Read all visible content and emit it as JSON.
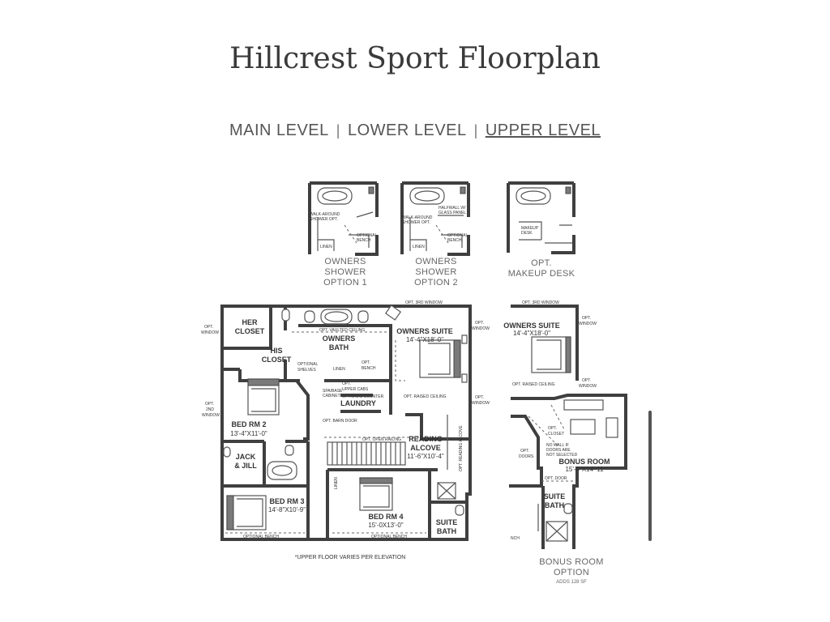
{
  "page": {
    "title": "Hillcrest Sport Floorplan"
  },
  "nav": {
    "items": [
      {
        "label": "MAIN LEVEL",
        "active": false
      },
      {
        "label": "LOWER LEVEL",
        "active": false
      },
      {
        "label": "UPPER LEVEL",
        "active": true
      }
    ],
    "separator": "|"
  },
  "options": {
    "shower1": {
      "caption": [
        "OWNERS",
        "SHOWER",
        "OPTION 1"
      ],
      "notes": [
        "WALK-AROUND",
        "SHOWER OPT.",
        "OPTIONAL",
        "BENCH",
        "LINEN"
      ]
    },
    "shower2": {
      "caption": [
        "OWNERS",
        "SHOWER",
        "OPTION 2"
      ],
      "notes": [
        "HALFWALL W/",
        "GLASS PANEL",
        "WALK-AROUND",
        "SHOWER OPT.",
        "OPTIONAL",
        "BENCH",
        "LINEN"
      ]
    },
    "makeup": {
      "caption": [
        "OPT.",
        "MAKEUP DESK"
      ],
      "notes": [
        "MAKEUP",
        "DESK"
      ]
    }
  },
  "main_plan": {
    "rooms": {
      "her_closet": [
        "HER",
        "CLOSET"
      ],
      "his_closet": [
        "HIS",
        "CLOSET"
      ],
      "owners_bath": [
        "OWNERS",
        "BATH"
      ],
      "owners_suite": {
        "name": "OWNERS SUITE",
        "dim": "14'-4\"X18'-0\""
      },
      "laundry": "LAUNDRY",
      "bed2": {
        "name": "BED RM 2",
        "dim": "13'-4\"X11'-0\""
      },
      "reading": {
        "name": [
          "READING",
          "ALCOVE"
        ],
        "dim": "11'-6\"X10'-4\""
      },
      "jack_jill": [
        "JACK",
        "& JILL"
      ],
      "bed3": {
        "name": "BED RM 3",
        "dim": "14'-8\"X10'-9\""
      },
      "bed4": {
        "name": "BED RM 4",
        "dim": "15'-0X13'-0\""
      },
      "suite_bath": [
        "SUITE",
        "BATH"
      ]
    },
    "notes": {
      "opt_3rd_window": "OPT. 3RD WINDOW",
      "opt_window_left": [
        "OPT.",
        "WINDOW"
      ],
      "opt_window_right": [
        "OPT.",
        "WINDOW"
      ],
      "opt_window_right2": [
        "OPT.",
        "WINDOW"
      ],
      "opt_2nd_window": [
        "OPT.",
        "2ND",
        "WINDOW"
      ],
      "vaulted": "OPT. VAULTED CEILING",
      "optional_shelves": [
        "OPTIONAL",
        "SHELVES"
      ],
      "linen": "LINEN",
      "opt_bench": [
        "OPT.",
        "BENCH"
      ],
      "opt_upper_cabs": [
        "OPT.",
        "UPPER CABS"
      ],
      "optional_counter": "OPTIONAL COUNTER",
      "spa_cabinet": [
        "SPA/BASE",
        "CABINET"
      ],
      "raised_ceiling": "OPT. RAISED CEILING",
      "barn_door": "OPT. BARN DOOR",
      "open_railing": "OPT. OPEN RAILING",
      "reading_alcove_note": "OPT. READING ALCOVE",
      "linen2": "LINEN",
      "optional_bench_b3": "OPTIONAL BENCH",
      "optional_bench_b4": "OPTIONAL BENCH",
      "footnote": "*UPPER FLOOR VARIES PER ELEVATION"
    }
  },
  "bonus_plan": {
    "opt_3rd_window": "OPT. 3RD WINDOW",
    "owners_suite": {
      "name": "OWNERS SUITE",
      "dim": "14'-4\"X18'-0\""
    },
    "opt_window_a": [
      "OPT.",
      "WINDOW"
    ],
    "opt_window_b": [
      "OPT.",
      "WINDOW"
    ],
    "raised_ceiling": "OPT. RAISED CEILING",
    "opt_closet": [
      "OPT.",
      "CLOSET"
    ],
    "opt_doors": [
      "OPT.",
      "DOORS"
    ],
    "no_wall": [
      "NO WALL IF",
      "DOORS ARE",
      "NOT SELECTED"
    ],
    "bonus_room": {
      "name": "BONUS ROOM",
      "dim": "15'-4\"X14'-11"
    },
    "opt_door": "OPT. DOOR",
    "suite_bath": [
      "SUITE",
      "BATH"
    ],
    "bench": "NCH",
    "caption": [
      "BONUS ROOM",
      "OPTION"
    ],
    "adds": "ADDS 128 SF"
  }
}
